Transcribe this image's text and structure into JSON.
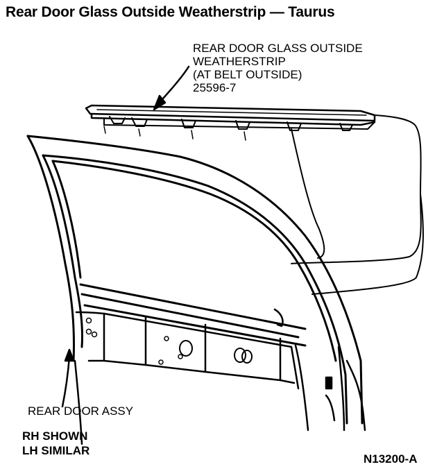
{
  "title": "Rear Door Glass Outside Weatherstrip — Taurus",
  "callouts": {
    "weatherstrip": {
      "line1": "REAR DOOR GLASS OUTSIDE",
      "line2": "WEATHERSTRIP",
      "line3": "(AT BELT OUTSIDE)",
      "line4": "25596-7"
    },
    "door": "REAR DOOR ASSY"
  },
  "note": {
    "line1": "RH SHOWN",
    "line2": "LH SIMILAR"
  },
  "figure_id": "N13200-A"
}
